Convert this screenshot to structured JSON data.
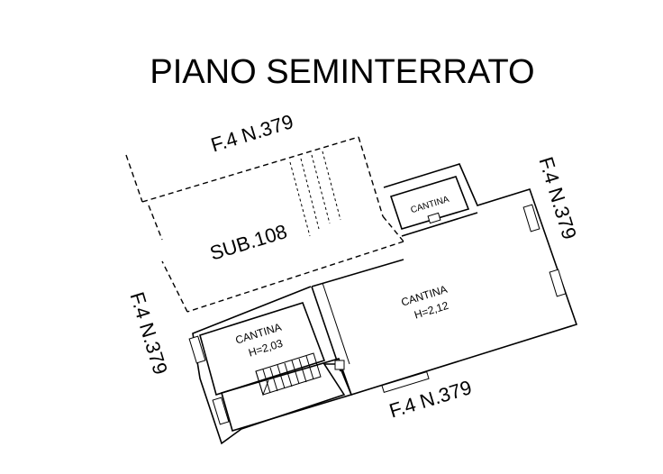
{
  "title": "PIANO SEMINTERRATO",
  "boundaries": {
    "top": "F.4 N.379",
    "right": "F.4 N.379",
    "left": "F.4 N.379",
    "bottom": "F.4 N.379"
  },
  "rooms": {
    "sub": {
      "label": "SUB.108"
    },
    "cantina_small": {
      "label": "CANTINA"
    },
    "cantina_main": {
      "label": "CANTINA",
      "height": "H=2,12"
    },
    "cantina_left": {
      "label": "CANTINA",
      "height": "H=2,03"
    }
  }
}
